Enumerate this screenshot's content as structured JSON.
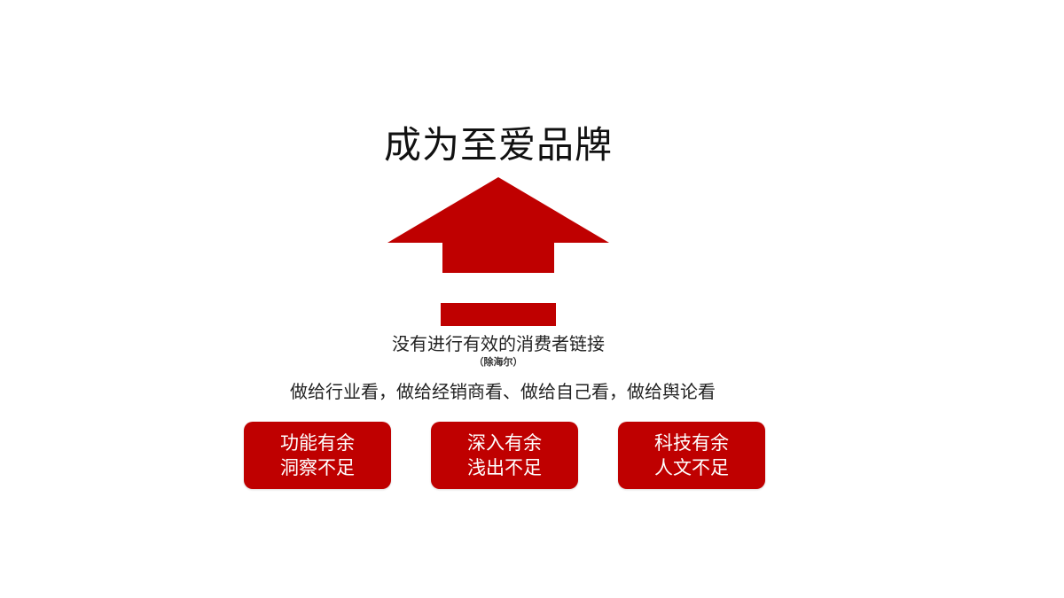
{
  "title": "成为至爱品牌",
  "subtitle": "没有进行有效的消费者链接",
  "source": "（除海尔）",
  "caption": "做给行业看，做给经销商看、做给自己看，做给舆论看",
  "colors": {
    "accent": "#bf0000",
    "text": "#222222",
    "background": "#ffffff"
  },
  "boxes": [
    {
      "line1": "功能有余",
      "line2": "洞察不足"
    },
    {
      "line1": "深入有余",
      "line2": "浅出不足"
    },
    {
      "line1": "科技有余",
      "line2": "人文不足"
    }
  ]
}
